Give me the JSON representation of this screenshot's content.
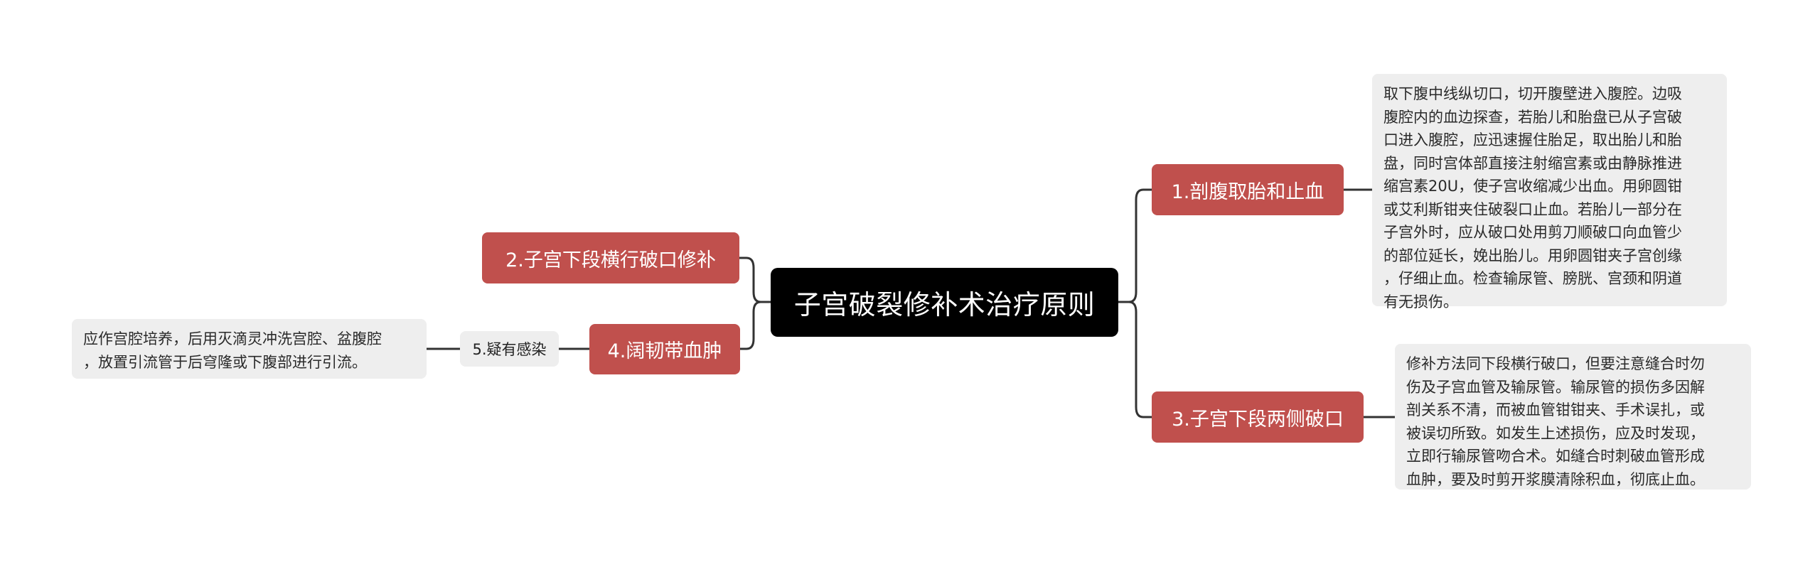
{
  "root": {
    "title": "子宫破裂修补术治疗原则"
  },
  "branches": [
    {
      "label": "1.剖腹取胎和止血",
      "note_lines": [
        "取下腹中线纵切口，切开腹壁进入腹腔。边吸",
        "腹腔内的血边探查，若胎儿和胎盘已从子宫破",
        "口进入腹腔，应迅速握住胎足，取出胎儿和胎",
        "盘，同时宫体部直接注射缩宫素或由静脉推进",
        "缩宫素20U，使子宫收缩减少出血。用卵圆钳",
        "或艾利斯钳夹住破裂口止血。若胎儿一部分在",
        "子宫外时，应从破口处用剪刀顺破口向血管少",
        "的部位延长，娩出胎儿。用卵圆钳夹子宫创缘",
        "，仔细止血。检查输尿管、膀胱、宫颈和阴道",
        "有无损伤。"
      ]
    },
    {
      "label": "2.子宫下段横行破口修补"
    },
    {
      "label": "3.子宫下段两侧破口",
      "note_lines": [
        "修补方法同下段横行破口，但要注意缝合时勿",
        "伤及子宫血管及输尿管。输尿管的损伤多因解",
        "剖关系不清，而被血管钳钳夹、手术误扎，或",
        "被误切所致。如发生上述损伤，应及时发现，",
        "立即行输尿管吻合术。如缝合时刺破血管形成",
        "血肿，要及时剪开浆膜清除积血，彻底止血。"
      ]
    },
    {
      "label": "4.阔韧带血肿",
      "child": {
        "label": "5.疑有感染",
        "note_lines": [
          "应作宫腔培养，后用灭滴灵冲洗宫腔、盆腹腔",
          "，放置引流管于后穹隆或下腹部进行引流。"
        ]
      }
    }
  ],
  "colors": {
    "root_bg": "#000000",
    "branch_bg": "#c0504d",
    "note_bg": "#eeeeee",
    "connector": "#333333"
  }
}
